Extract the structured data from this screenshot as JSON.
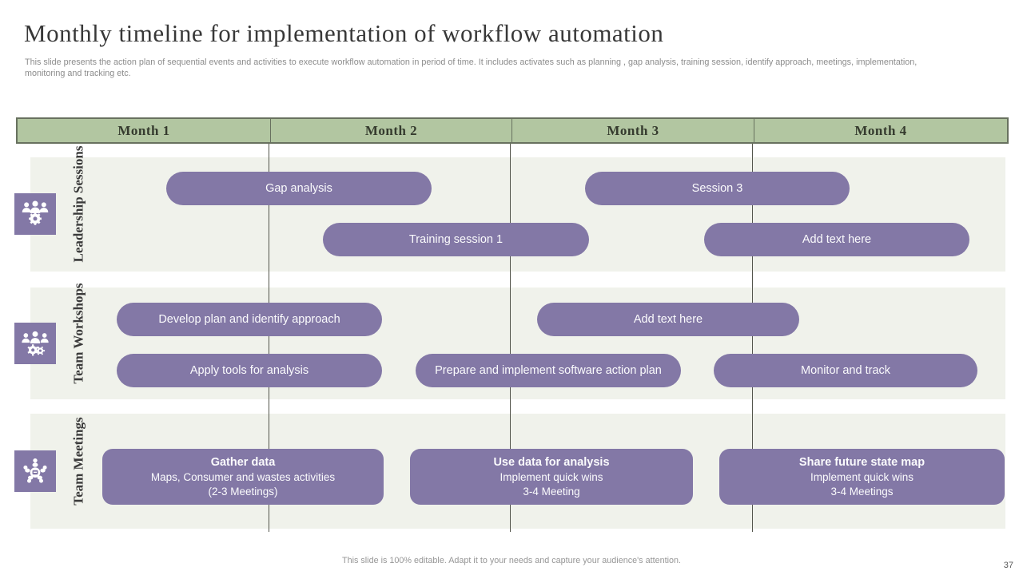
{
  "slide": {
    "title": "Monthly timeline for implementation of workflow automation",
    "subtitle": "This slide presents the action plan of sequential events and activities to execute workflow automation in period of time. It includes activates such as planning , gap analysis, training session, identify approach, meetings, implementation, monitoring and tracking etc.",
    "footer": "This slide is 100% editable. Adapt it to your needs and capture your audience's attention.",
    "page_number": "37"
  },
  "months": [
    "Month 1",
    "Month 2",
    "Month 3",
    "Month 4"
  ],
  "lanes": [
    {
      "label": "Leadership Sessions",
      "icon": "team-over-gear-icon",
      "bars": [
        {
          "label": "Gap analysis"
        },
        {
          "label": "Session 3"
        },
        {
          "label": "Training session 1"
        },
        {
          "label": "Add text here"
        }
      ]
    },
    {
      "label": "Team Workshops",
      "icon": "team-with-gears-icon",
      "bars": [
        {
          "label": "Develop plan and identify approach"
        },
        {
          "label": "Add text here"
        },
        {
          "label": "Apply tools for analysis"
        },
        {
          "label": "Prepare and implement software action plan"
        },
        {
          "label": "Monitor and track"
        }
      ]
    },
    {
      "label": "Team Meetings",
      "icon": "round-table-meeting-icon",
      "blocks": [
        {
          "title": "Gather data",
          "line2": "Maps, Consumer and wastes activities",
          "line3": "(2-3 Meetings)"
        },
        {
          "title": "Use data for analysis",
          "line2": "Implement quick wins",
          "line3": "3-4 Meeting"
        },
        {
          "title": "Share future state map",
          "line2": "Implement quick wins",
          "line3": "3-4 Meetings"
        }
      ]
    }
  ],
  "colors": {
    "accent_purple": "#8378A6",
    "header_green": "#B2C6A1",
    "header_border": "#68715F",
    "lane_background": "#F0F2EB",
    "gridline": "#54564D"
  }
}
